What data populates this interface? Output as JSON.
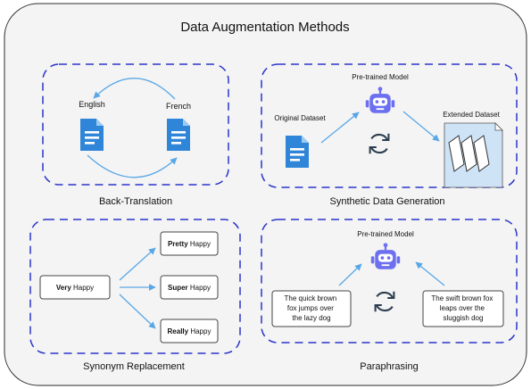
{
  "title": "Data Augmentation Methods",
  "back_translation": {
    "caption": "Back-Translation",
    "source_language": "English",
    "target_language": "French"
  },
  "synthetic_data_generation": {
    "caption": "Synthetic Data Generation",
    "model_label": "Pre-trained Model",
    "input_label": "Original Dataset",
    "output_label": "Extended Dataset"
  },
  "synonym_replacement": {
    "caption": "Synonym Replacement",
    "source": {
      "bold": "Very",
      "rest": " Happy"
    },
    "targets": [
      {
        "bold": "Pretty",
        "rest": " Happy"
      },
      {
        "bold": "Super",
        "rest": " Happy"
      },
      {
        "bold": "Really",
        "rest": " Happy"
      }
    ]
  },
  "paraphrasing": {
    "caption": "Paraphrasing",
    "model_label": "Pre-trained Model",
    "input_lines": [
      "The quick brown",
      "fox jumps over",
      "the lazy dog"
    ],
    "output_lines": [
      "The swift brown fox",
      "leaps over the",
      "sluggish dog"
    ]
  },
  "colors": {
    "panel_border": "#2b35c9",
    "arrow": "#5aa7e6",
    "robot": "#6b6ff0",
    "document": "#2f86d8",
    "background": "#f4f4f4"
  },
  "icons": [
    "document-icon",
    "robot-icon",
    "refresh-icon",
    "stacked-documents-icon",
    "arrow"
  ]
}
